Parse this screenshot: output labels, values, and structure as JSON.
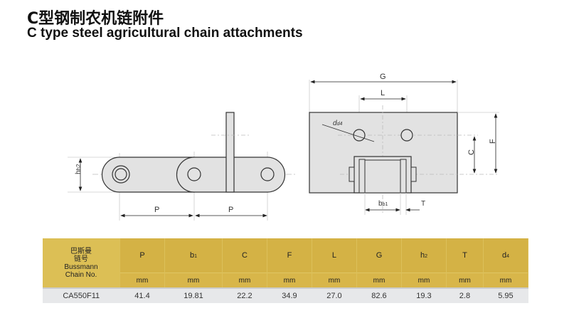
{
  "title": {
    "chinese": "C型钢制农机链附件",
    "english": "C type steel agricultural chain attachments"
  },
  "side_view": {
    "labels": {
      "pitch_left": "P",
      "pitch_right": "P",
      "height": "h2"
    }
  },
  "front_view": {
    "labels": {
      "width": "G",
      "hole_spacing": "L",
      "hole_diameter": "d4",
      "hole_height": "C",
      "plate_height": "F",
      "inner_width": "b1",
      "thickness": "T"
    }
  },
  "table": {
    "first_header": [
      "巴斯曼",
      "链号",
      "Bussmann",
      "Chain No."
    ],
    "columns": [
      {
        "symbol": "P",
        "sub": "",
        "unit": "mm"
      },
      {
        "symbol": "b",
        "sub": "1",
        "unit": "mm"
      },
      {
        "symbol": "C",
        "sub": "",
        "unit": "mm"
      },
      {
        "symbol": "F",
        "sub": "",
        "unit": "mm"
      },
      {
        "symbol": "L",
        "sub": "",
        "unit": "mm"
      },
      {
        "symbol": "G",
        "sub": "",
        "unit": "mm"
      },
      {
        "symbol": "h",
        "sub": "2",
        "unit": "mm"
      },
      {
        "symbol": "T",
        "sub": "",
        "unit": "mm"
      },
      {
        "symbol": "d",
        "sub": "4",
        "unit": "mm"
      }
    ],
    "rows": [
      {
        "chain_no": "CA550F11",
        "values": [
          "41.4",
          "19.81",
          "22.2",
          "34.9",
          "27.0",
          "82.6",
          "19.3",
          "2.8",
          "5.95"
        ]
      }
    ]
  }
}
